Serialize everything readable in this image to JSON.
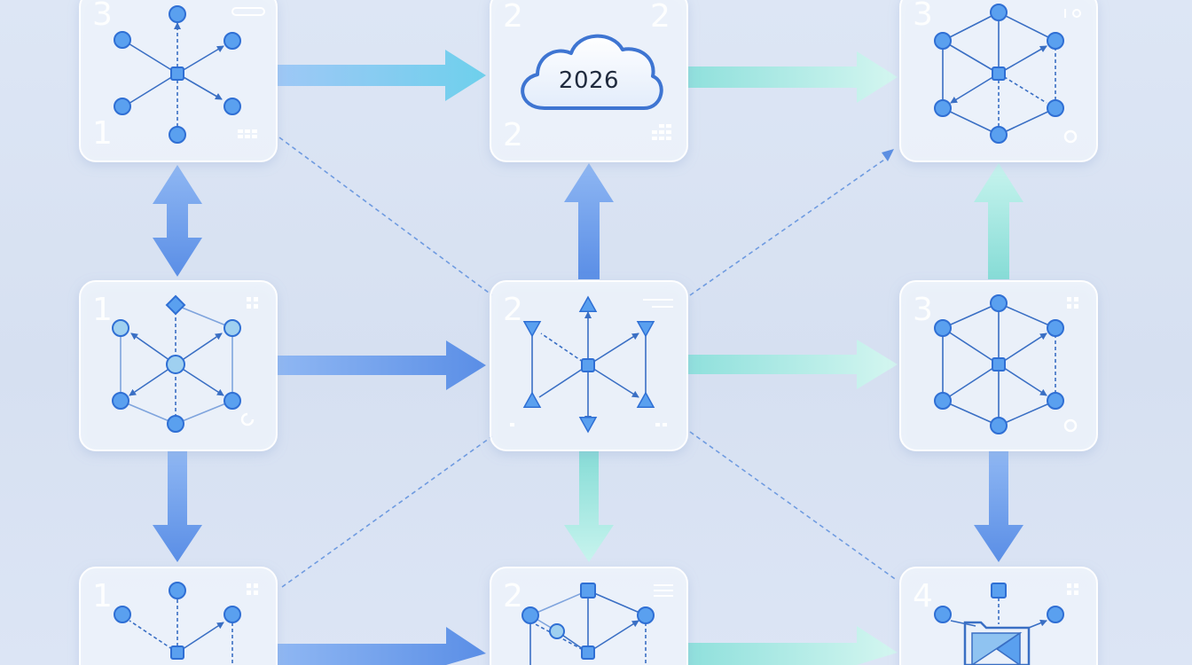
{
  "diagram": {
    "cloud_label": "2026",
    "cards": [
      {
        "id": "r0c0",
        "top_label": "3",
        "bottom_label": "1"
      },
      {
        "id": "r0c1",
        "top_label": "2",
        "top_right_label": "2",
        "bottom_label": "2"
      },
      {
        "id": "r0c2",
        "top_label": "3"
      },
      {
        "id": "r1c0",
        "top_label": "1"
      },
      {
        "id": "r1c1",
        "top_label": "2"
      },
      {
        "id": "r1c2",
        "top_label": "3"
      },
      {
        "id": "r2c0",
        "top_label": "1"
      },
      {
        "id": "r2c1",
        "top_label": "2"
      },
      {
        "id": "r2c2",
        "top_label": "4"
      }
    ]
  },
  "colors": {
    "blue_arrow": "#6e9fec",
    "teal_arrow": "#9ee6e0",
    "node_fill": "#5aa0ef",
    "node_stroke": "#2f6fd4",
    "edge": "#3a6fc4"
  }
}
